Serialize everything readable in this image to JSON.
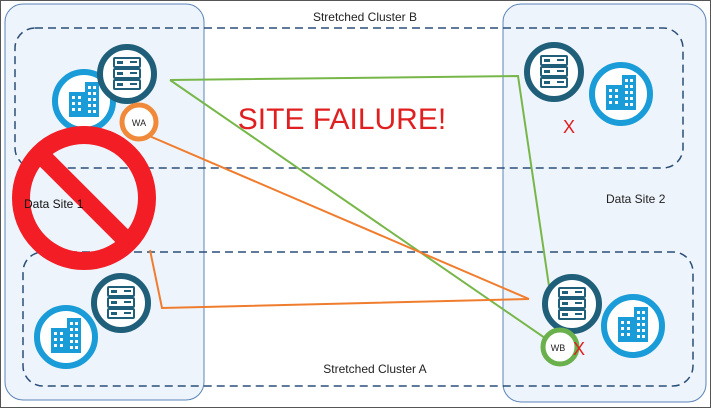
{
  "title": "SITE FAILURE!",
  "labels": {
    "cluster_b": "Stretched Cluster B",
    "cluster_a": "Stretched Cluster A",
    "site1": "Data Site 1",
    "site2": "Data Site 2",
    "witness_a": "WA",
    "witness_b": "WB",
    "failure_mark": "X"
  },
  "colors": {
    "site_border": "#5b84b8",
    "site_fill": "#eef4fb",
    "cluster_border": "#2a4e78",
    "icon_blue": "#1a9cd8",
    "server_teal": "#1f5f7a",
    "witness_a": "#f08a3a",
    "witness_b": "#6ab04c",
    "line_orange": "#f07d2e",
    "line_green": "#77b74a",
    "failure_red": "#e02020",
    "prohibition_red": "#f21d25"
  },
  "icons": [
    "building-icon",
    "server-icon",
    "prohibition-icon"
  ]
}
